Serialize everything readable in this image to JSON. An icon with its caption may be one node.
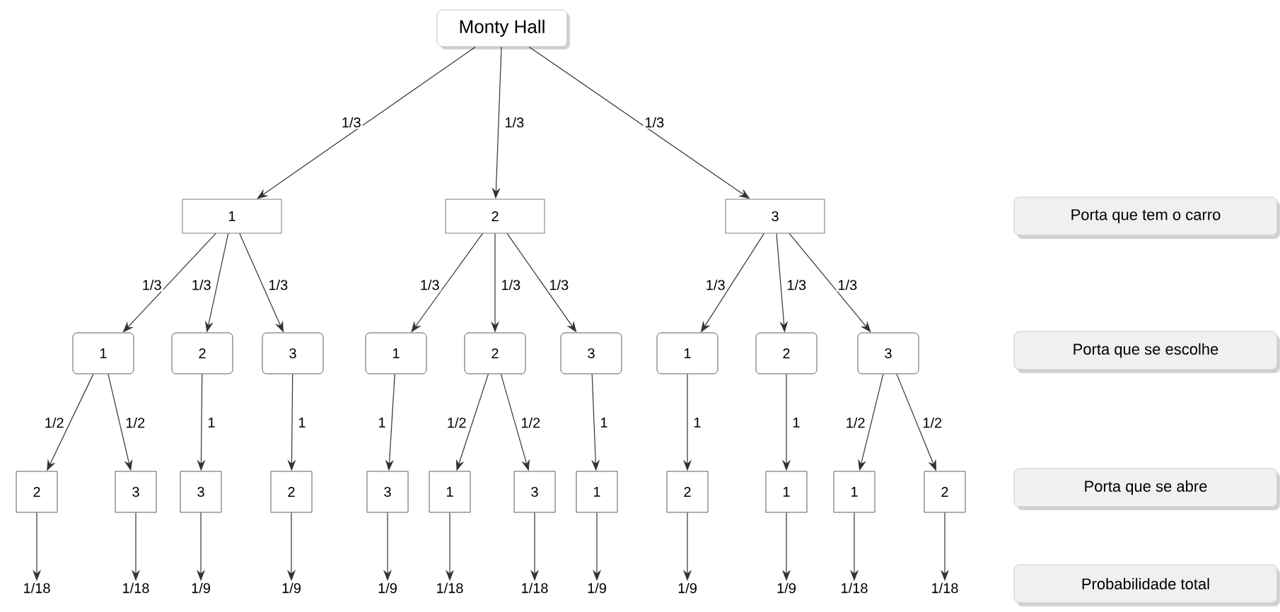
{
  "diagram": {
    "nodes": [
      {
        "text": [
          "Monty Hall"
        ]
      },
      {
        "text": [
          "1"
        ]
      },
      {
        "text": [
          "2"
        ]
      },
      {
        "text": [
          "3"
        ]
      },
      {
        "text": [
          "1"
        ]
      },
      {
        "text": [
          "2"
        ]
      },
      {
        "text": [
          "3"
        ]
      },
      {
        "text": [
          "1"
        ]
      },
      {
        "text": [
          "2"
        ]
      },
      {
        "text": [
          "3"
        ]
      },
      {
        "text": [
          "1"
        ]
      },
      {
        "text": [
          "2"
        ]
      },
      {
        "text": [
          "3"
        ]
      },
      {
        "text": [
          "2"
        ]
      },
      {
        "text": [
          "3"
        ]
      },
      {
        "text": [
          "3"
        ]
      },
      {
        "text": [
          "2"
        ]
      },
      {
        "text": [
          "3"
        ]
      },
      {
        "text": [
          "1"
        ]
      },
      {
        "text": [
          "3"
        ]
      },
      {
        "text": [
          "1"
        ]
      },
      {
        "text": [
          "2"
        ]
      },
      {
        "text": [
          "1"
        ]
      },
      {
        "text": [
          "1"
        ]
      },
      {
        "text": [
          "2"
        ]
      },
      {
        "text": [
          "1/18"
        ]
      },
      {
        "text": [
          "1/18"
        ]
      },
      {
        "text": [
          "1/9"
        ]
      },
      {
        "text": [
          "1/9"
        ]
      },
      {
        "text": [
          "1/9"
        ]
      },
      {
        "text": [
          "1/18"
        ]
      },
      {
        "text": [
          "1/18"
        ]
      },
      {
        "text": [
          "1/9"
        ]
      },
      {
        "text": [
          "1/9"
        ]
      },
      {
        "text": [
          "1/9"
        ]
      },
      {
        "text": [
          "1/18"
        ]
      },
      {
        "text": [
          "1/18"
        ]
      },
      {
        "text": [
          "Porta que tem o carro"
        ]
      },
      {
        "text": [
          "Porta que se escolhe"
        ]
      },
      {
        "text": [
          "Porta que se abre"
        ]
      },
      {
        "text": [
          "Probabilidade total"
        ]
      }
    ],
    "edges": [
      {
        "from": 0,
        "to": 1,
        "arrow": "to",
        "label": "1/3"
      },
      {
        "from": 0,
        "to": 2,
        "arrow": "to",
        "label": "1/3"
      },
      {
        "from": 0,
        "to": 3,
        "arrow": "to",
        "label": "1/3"
      },
      {
        "from": 1,
        "to": 4,
        "arrow": "to",
        "label": "1/3"
      },
      {
        "from": 1,
        "to": 5,
        "arrow": "to",
        "label": "1/3"
      },
      {
        "from": 1,
        "to": 6,
        "arrow": "to",
        "label": "1/3"
      },
      {
        "from": 2,
        "to": 7,
        "arrow": "to",
        "label": "1/3"
      },
      {
        "from": 2,
        "to": 8,
        "arrow": "to",
        "label": "1/3"
      },
      {
        "from": 2,
        "to": 9,
        "arrow": "to",
        "label": "1/3"
      },
      {
        "from": 3,
        "to": 10,
        "arrow": "to",
        "label": "1/3"
      },
      {
        "from": 3,
        "to": 11,
        "arrow": "to",
        "label": "1/3"
      },
      {
        "from": 3,
        "to": 12,
        "arrow": "to",
        "label": "1/3"
      },
      {
        "from": 4,
        "to": 13,
        "arrow": "to",
        "label": "1/2"
      },
      {
        "from": 4,
        "to": 14,
        "arrow": "to",
        "label": "1/2"
      },
      {
        "from": 5,
        "to": 15,
        "arrow": "to",
        "label": "1"
      },
      {
        "from": 6,
        "to": 16,
        "arrow": "to",
        "label": "1"
      },
      {
        "from": 7,
        "to": 17,
        "arrow": "to",
        "label": "1"
      },
      {
        "from": 8,
        "to": 18,
        "arrow": "to",
        "label": "1/2"
      },
      {
        "from": 8,
        "to": 19,
        "arrow": "to",
        "label": "1/2"
      },
      {
        "from": 9,
        "to": 20,
        "arrow": "to",
        "label": "1"
      },
      {
        "from": 10,
        "to": 21,
        "arrow": "to",
        "label": "1"
      },
      {
        "from": 11,
        "to": 22,
        "arrow": "to",
        "label": "1"
      },
      {
        "from": 12,
        "to": 23,
        "arrow": "to",
        "label": "1/2"
      },
      {
        "from": 12,
        "to": 24,
        "arrow": "to",
        "label": "1/2"
      },
      {
        "from": 13,
        "to": 25,
        "arrow": "to"
      },
      {
        "from": 14,
        "to": 26,
        "arrow": "to"
      },
      {
        "from": 15,
        "to": 27,
        "arrow": "to"
      },
      {
        "from": 16,
        "to": 28,
        "arrow": "to"
      },
      {
        "from": 17,
        "to": 29,
        "arrow": "to"
      },
      {
        "from": 18,
        "to": 30,
        "arrow": "to"
      },
      {
        "from": 19,
        "to": 31,
        "arrow": "to"
      },
      {
        "from": 20,
        "to": 32,
        "arrow": "to"
      },
      {
        "from": 21,
        "to": 33,
        "arrow": "to"
      },
      {
        "from": 22,
        "to": 34,
        "arrow": "to"
      },
      {
        "from": 23,
        "to": 35,
        "arrow": "to"
      },
      {
        "from": 24,
        "to": 36,
        "arrow": "to"
      }
    ]
  }
}
